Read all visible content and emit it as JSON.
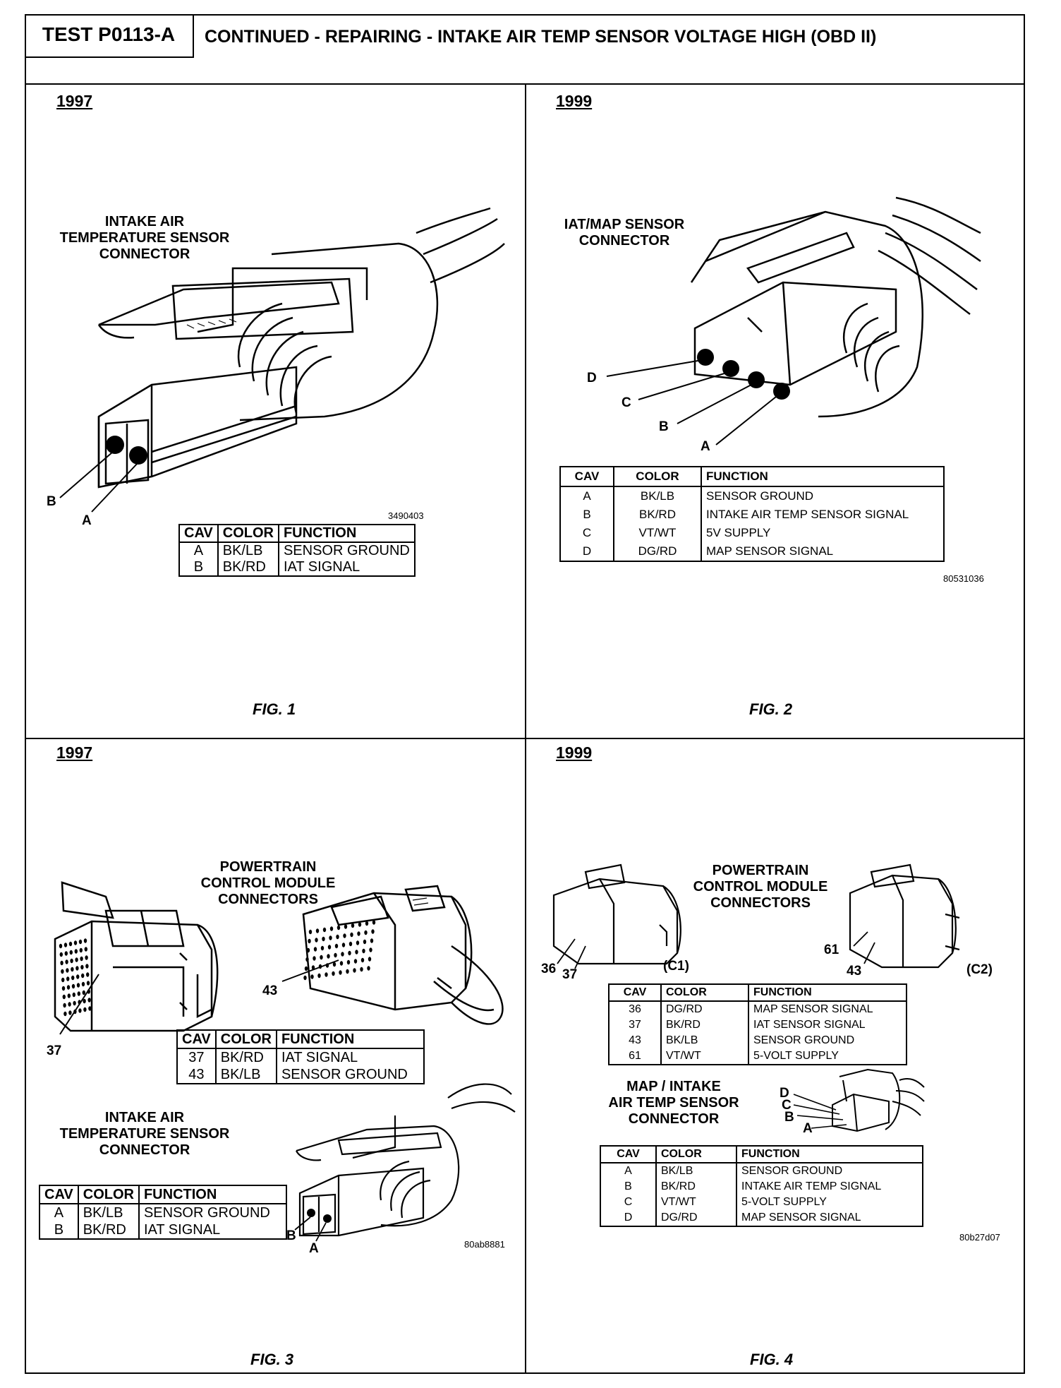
{
  "header": {
    "test_id": "TEST P0113-A",
    "title": "CONTINUED - REPAIRING - INTAKE AIR TEMP SENSOR VOLTAGE HIGH (OBD II)"
  },
  "fig1": {
    "year": "1997",
    "label_lines": [
      "INTAKE AIR",
      "TEMPERATURE SENSOR",
      "CONNECTOR"
    ],
    "pins": [
      "B",
      "A"
    ],
    "code": "3490403",
    "caption": "FIG. 1",
    "table": {
      "headers": [
        "CAV",
        "COLOR",
        "FUNCTION"
      ],
      "rows": [
        [
          "A",
          "BK/LB",
          "SENSOR GROUND"
        ],
        [
          "B",
          "BK/RD",
          "IAT SIGNAL"
        ]
      ]
    }
  },
  "fig2": {
    "year": "1999",
    "label_lines": [
      "IAT/MAP SENSOR",
      "CONNECTOR"
    ],
    "pins": [
      "D",
      "C",
      "B",
      "A"
    ],
    "code": "80531036",
    "caption": "FIG. 2",
    "table": {
      "headers": [
        "CAV",
        "COLOR",
        "FUNCTION"
      ],
      "rows": [
        [
          "A",
          "BK/LB",
          "SENSOR GROUND"
        ],
        [
          "B",
          "BK/RD",
          "INTAKE AIR TEMP SENSOR SIGNAL"
        ],
        [
          "C",
          "VT/WT",
          "5V SUPPLY"
        ],
        [
          "D",
          "DG/RD",
          "MAP SENSOR SIGNAL"
        ]
      ]
    }
  },
  "fig3": {
    "year": "1997",
    "pcm_label_lines": [
      "POWERTRAIN",
      "CONTROL MODULE",
      "CONNECTORS"
    ],
    "pcm_pins": [
      "37",
      "43"
    ],
    "pcm_table": {
      "headers": [
        "CAV",
        "COLOR",
        "FUNCTION"
      ],
      "rows": [
        [
          "37",
          "BK/RD",
          "IAT SIGNAL"
        ],
        [
          "43",
          "BK/LB",
          "SENSOR GROUND"
        ]
      ]
    },
    "sensor_label_lines": [
      "INTAKE AIR",
      "TEMPERATURE SENSOR",
      "CONNECTOR"
    ],
    "sensor_pins": [
      "B",
      "A"
    ],
    "sensor_table": {
      "headers": [
        "CAV",
        "COLOR",
        "FUNCTION"
      ],
      "rows": [
        [
          "A",
          "BK/LB",
          "SENSOR GROUND"
        ],
        [
          "B",
          "BK/RD",
          "IAT SIGNAL"
        ]
      ]
    },
    "code": "80ab8881",
    "caption": "FIG. 3"
  },
  "fig4": {
    "year": "1999",
    "pcm_label_lines": [
      "POWERTRAIN",
      "CONTROL MODULE",
      "CONNECTORS"
    ],
    "c1_label": "(C1)",
    "c2_label": "(C2)",
    "c1_pins": [
      "36",
      "37"
    ],
    "c2_pins": [
      "61",
      "43"
    ],
    "pcm_table": {
      "headers": [
        "CAV",
        "COLOR",
        "FUNCTION"
      ],
      "rows": [
        [
          "36",
          "DG/RD",
          "MAP SENSOR SIGNAL"
        ],
        [
          "37",
          "BK/RD",
          "IAT SENSOR SIGNAL"
        ],
        [
          "43",
          "BK/LB",
          "SENSOR GROUND"
        ],
        [
          "61",
          "VT/WT",
          "5-VOLT SUPPLY"
        ]
      ]
    },
    "sensor_label_lines": [
      "MAP / INTAKE",
      "AIR TEMP SENSOR",
      "CONNECTOR"
    ],
    "sensor_pins": [
      "D",
      "C",
      "B",
      "A"
    ],
    "sensor_table": {
      "headers": [
        "CAV",
        "COLOR",
        "FUNCTION"
      ],
      "rows": [
        [
          "A",
          "BK/LB",
          "SENSOR GROUND"
        ],
        [
          "B",
          "BK/RD",
          "INTAKE AIR TEMP SIGNAL"
        ],
        [
          "C",
          "VT/WT",
          "5-VOLT SUPPLY"
        ],
        [
          "D",
          "DG/RD",
          "MAP SENSOR SIGNAL"
        ]
      ]
    },
    "code": "80b27d07",
    "caption": "FIG. 4"
  }
}
